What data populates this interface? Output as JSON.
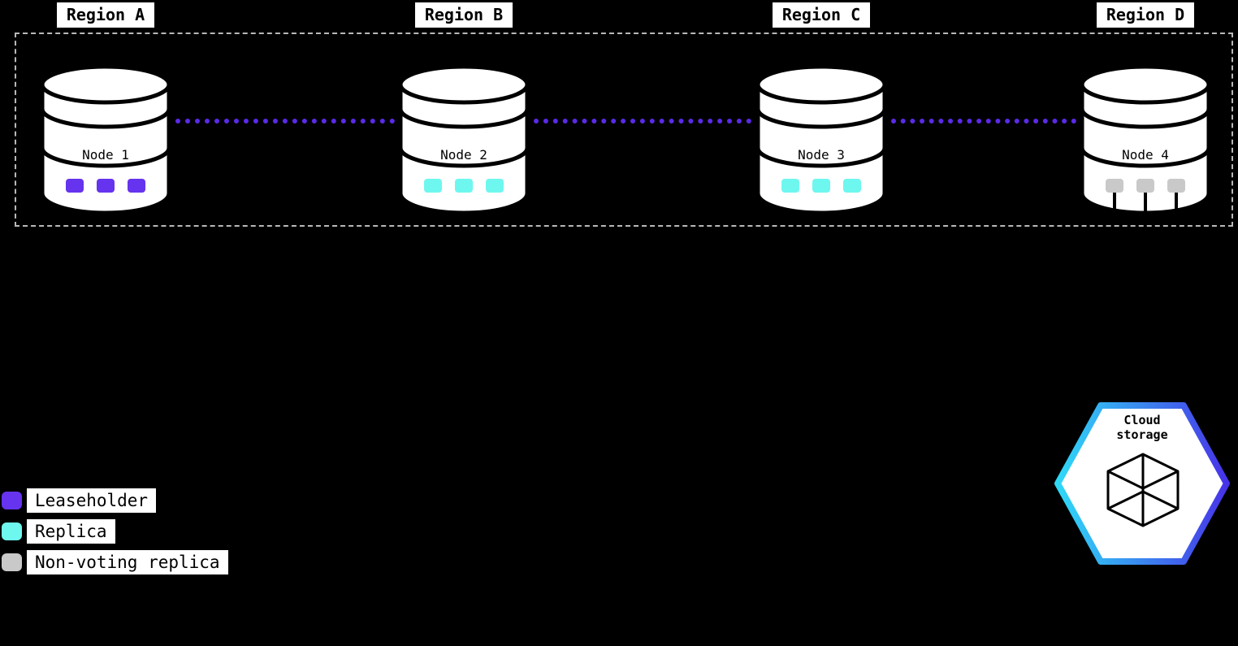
{
  "colors": {
    "background": "#000000",
    "leaseholder": "#6633ee",
    "replica": "#6ef7ef",
    "non_voting_replica": "#c9c9c9",
    "connector": "#5b2ae8",
    "hex_border_start": "#2fd9f7",
    "hex_border_end": "#4734e8",
    "label_bg": "#ffffff",
    "label_text": "#000000"
  },
  "regions": [
    {
      "label": "Region A",
      "node": "Node 1",
      "replica_type": "leaseholder"
    },
    {
      "label": "Region B",
      "node": "Node 2",
      "replica_type": "replica"
    },
    {
      "label": "Region C",
      "node": "Node 3",
      "replica_type": "replica"
    },
    {
      "label": "Region D",
      "node": "Node 4",
      "replica_type": "non-voting-replica"
    }
  ],
  "legend": {
    "items": [
      {
        "label": "Leaseholder"
      },
      {
        "label": "Replica"
      },
      {
        "label": "Non-voting replica"
      }
    ]
  },
  "cloud_storage": {
    "line1": "Cloud",
    "line2": "storage"
  }
}
